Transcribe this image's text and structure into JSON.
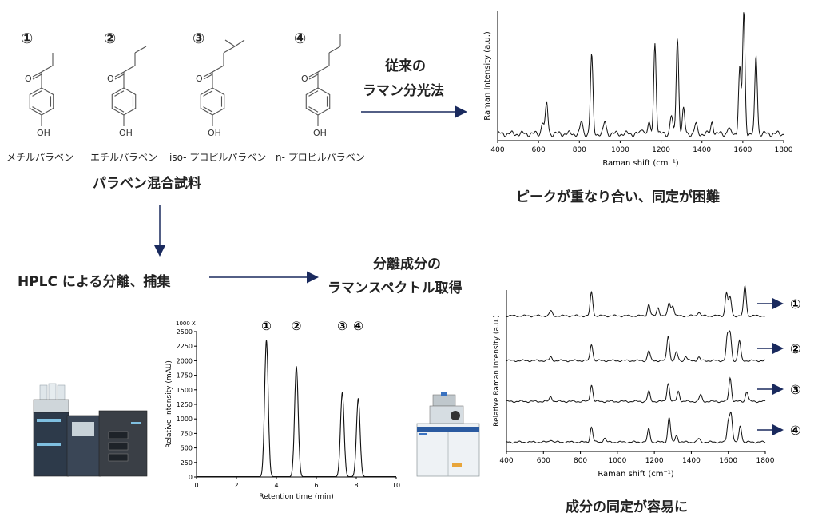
{
  "compounds": [
    {
      "num": "①",
      "name": "メチルパラベン",
      "chain": 2,
      "branch": false
    },
    {
      "num": "②",
      "name": "エチルパラベン",
      "chain": 3,
      "branch": false
    },
    {
      "num": "③",
      "name": "iso- プロピルパラベン",
      "chain": 3,
      "branch": true
    },
    {
      "num": "④",
      "name": "n- プロピルパラベン",
      "chain": 4,
      "branch": false
    }
  ],
  "atom_labels": {
    "oxygen": "O",
    "hydroxyl": "OH"
  },
  "mix_label": "パラベン混合試料",
  "conventional": {
    "line1": "従来の",
    "line2": "ラマン分光法"
  },
  "conventional_result": "ピークが重なり合い、同定が困難",
  "hplc_label": "HPLC による分離、捕集",
  "component_spectra": {
    "line1": "分離成分の",
    "line2": "ラマンスペクトル取得"
  },
  "final_result": "成分の同定が容易に",
  "chart_data": [
    {
      "type": "line",
      "title": "",
      "xlabel": "Raman shift (cm⁻¹)",
      "ylabel": "Raman Intensity (a.u.)",
      "xlim": [
        400,
        1800
      ],
      "xticks": [
        400,
        600,
        800,
        1000,
        1200,
        1400,
        1600,
        1800
      ],
      "series": [
        {
          "peaks": [
            [
              620,
              0.1
            ],
            [
              640,
              0.25
            ],
            [
              810,
              0.1
            ],
            [
              860,
              0.65
            ],
            [
              925,
              0.1
            ],
            [
              1110,
              0.05
            ],
            [
              1140,
              0.08
            ],
            [
              1170,
              0.75
            ],
            [
              1250,
              0.15
            ],
            [
              1280,
              0.8
            ],
            [
              1310,
              0.2
            ],
            [
              1370,
              0.08
            ],
            [
              1450,
              0.1
            ],
            [
              1530,
              0.05
            ],
            [
              1585,
              0.55
            ],
            [
              1605,
              1.0
            ],
            [
              1665,
              0.65
            ]
          ]
        }
      ]
    },
    {
      "type": "line",
      "title": "",
      "xlabel": "Retention time (min)",
      "ylabel": "Relative Intensity (mAU)",
      "multiplier_label": "1000 X",
      "xlim": [
        0,
        10
      ],
      "ylim": [
        0,
        2500
      ],
      "xticks": [
        0,
        2,
        4,
        6,
        8,
        10
      ],
      "yticks": [
        0,
        250,
        500,
        750,
        1000,
        1250,
        1500,
        1750,
        2000,
        2250,
        2500
      ],
      "peak_labels": [
        "①",
        "②",
        "③",
        "④"
      ],
      "series": [
        {
          "peaks": [
            [
              3.5,
              2350
            ],
            [
              5.0,
              1900
            ],
            [
              7.3,
              1450
            ],
            [
              8.1,
              1350
            ]
          ]
        }
      ]
    },
    {
      "type": "line",
      "title": "",
      "xlabel": "Raman shift (cm⁻¹)",
      "ylabel": "Relative Raman Intensity (a.u.)",
      "xlim": [
        400,
        1800
      ],
      "xticks": [
        400,
        600,
        800,
        1000,
        1200,
        1400,
        1600,
        1800
      ],
      "series": [
        {
          "name": "①",
          "peaks": [
            [
              640,
              0.15
            ],
            [
              860,
              0.7
            ],
            [
              1170,
              0.35
            ],
            [
              1220,
              0.25
            ],
            [
              1280,
              0.4
            ],
            [
              1300,
              0.3
            ],
            [
              1440,
              0.12
            ],
            [
              1590,
              0.7
            ],
            [
              1610,
              0.55
            ],
            [
              1690,
              0.9
            ]
          ]
        },
        {
          "name": "②",
          "peaks": [
            [
              640,
              0.1
            ],
            [
              860,
              0.5
            ],
            [
              1170,
              0.3
            ],
            [
              1275,
              0.75
            ],
            [
              1320,
              0.25
            ],
            [
              1370,
              0.12
            ],
            [
              1440,
              0.1
            ],
            [
              1595,
              0.7
            ],
            [
              1610,
              0.8
            ],
            [
              1660,
              0.6
            ]
          ]
        },
        {
          "name": "③",
          "peaks": [
            [
              640,
              0.15
            ],
            [
              860,
              0.5
            ],
            [
              1170,
              0.3
            ],
            [
              1275,
              0.55
            ],
            [
              1330,
              0.3
            ],
            [
              1450,
              0.2
            ],
            [
              1610,
              0.7
            ],
            [
              1700,
              0.3
            ]
          ]
        },
        {
          "name": "④",
          "peaks": [
            [
              640,
              0.08
            ],
            [
              860,
              0.45
            ],
            [
              930,
              0.12
            ],
            [
              1170,
              0.4
            ],
            [
              1280,
              0.75
            ],
            [
              1320,
              0.2
            ],
            [
              1440,
              0.1
            ],
            [
              1600,
              0.6
            ],
            [
              1615,
              0.85
            ],
            [
              1665,
              0.5
            ]
          ]
        }
      ]
    }
  ]
}
